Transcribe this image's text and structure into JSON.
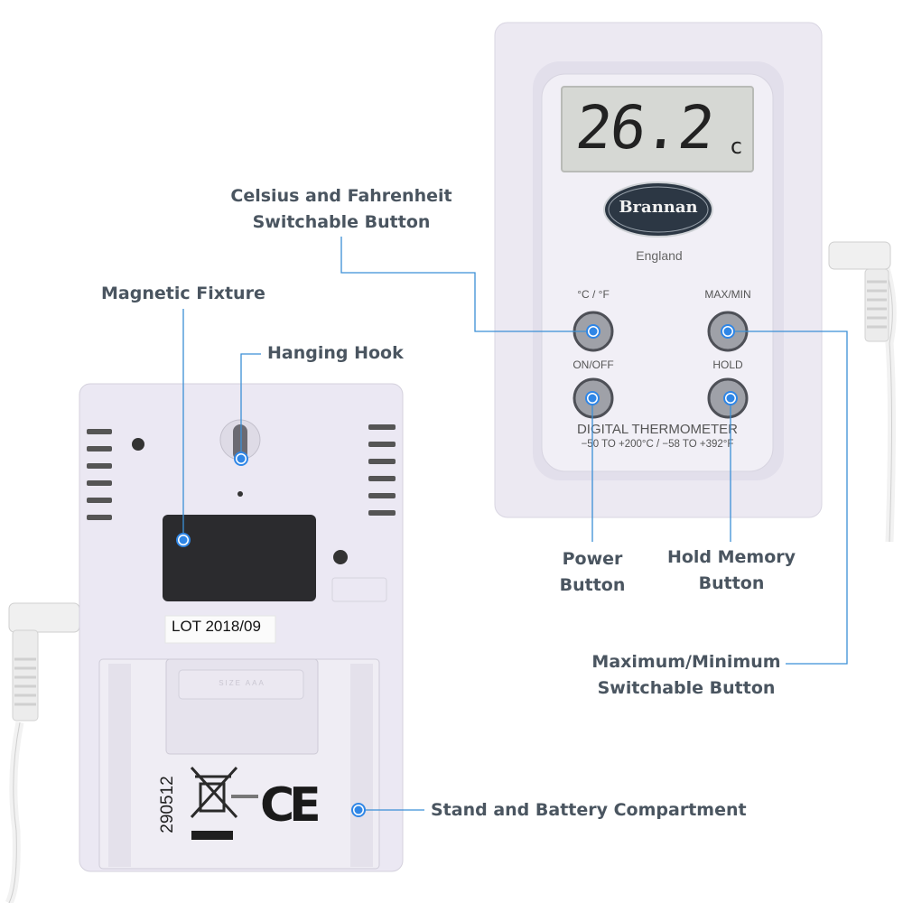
{
  "device": {
    "display_reading": "26.2",
    "display_unit": "c",
    "brand": "Brannan",
    "origin": "England",
    "buttons": {
      "unit_label": "°C / °F",
      "maxmin_label": "MAX/MIN",
      "power_label": "ON/OFF",
      "hold_label": "HOLD"
    },
    "model_name": "DIGITAL THERMOMETER",
    "range": "−50 TO +200°C / −58 TO +392°F"
  },
  "back": {
    "lot": "LOT 2018/09",
    "code": "290512",
    "ce_mark": "CE",
    "battery_embossing": "SIZE AAA"
  },
  "callouts": {
    "celsius": [
      "Celsius and Fahrenheit",
      "Switchable Button"
    ],
    "magnetic": "Magnetic Fixture",
    "hook": "Hanging Hook",
    "power": [
      "Power",
      "Button"
    ],
    "hold": [
      "Hold Memory",
      "Button"
    ],
    "maxmin": [
      "Maximum/Minimum",
      "Switchable Button"
    ],
    "stand": "Stand and Battery Compartment"
  },
  "colors": {
    "callout_line": "#3b8fd6",
    "dot": "#2f86e6",
    "label_text": "#4a5560",
    "body": "#e9e6f1",
    "display_bg": "#d6d8d4"
  }
}
